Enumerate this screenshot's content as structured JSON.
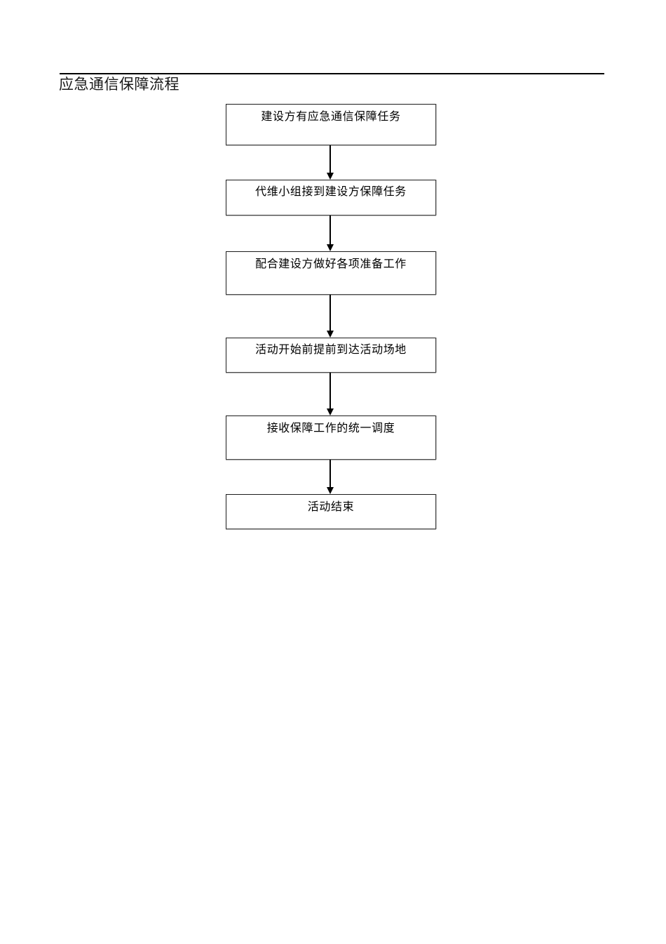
{
  "document": {
    "title": "应急通信保障流程",
    "rule_color": "#000000",
    "background": "#ffffff"
  },
  "flowchart": {
    "type": "flowchart",
    "orientation": "top-to-bottom",
    "node_fill": "#ffffff",
    "node_border": "#4d4d4d",
    "connector_color": "#000000",
    "nodes": [
      {
        "id": "n1",
        "label": "建设方有应急通信保障任务"
      },
      {
        "id": "n2",
        "label": "代维小组接到建设方保障任务"
      },
      {
        "id": "n3",
        "label": "配合建设方做好各项准备工作"
      },
      {
        "id": "n4",
        "label": "活动开始前提前到达活动场地"
      },
      {
        "id": "n5",
        "label": "接收保障工作的统一调度"
      },
      {
        "id": "n6",
        "label": "活动结束"
      }
    ],
    "edges": [
      {
        "from": "n1",
        "to": "n2",
        "arrow": "down-arrow"
      },
      {
        "from": "n2",
        "to": "n3",
        "arrow": "down-arrow"
      },
      {
        "from": "n3",
        "to": "n4",
        "arrow": "down-arrow"
      },
      {
        "from": "n4",
        "to": "n5",
        "arrow": "down-arrow"
      },
      {
        "from": "n5",
        "to": "n6",
        "arrow": "down-arrow"
      }
    ]
  }
}
